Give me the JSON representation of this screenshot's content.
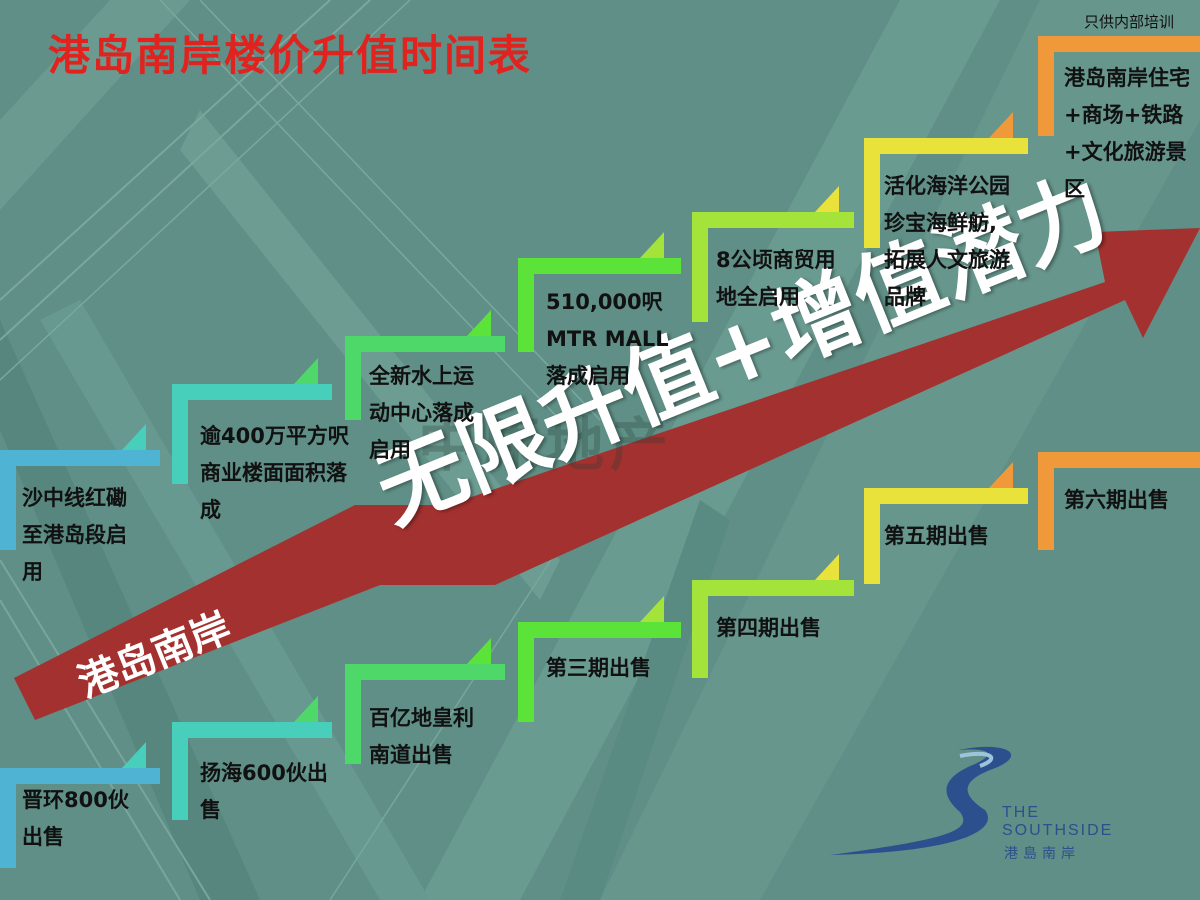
{
  "title": "港岛南岸楼价升值时间表",
  "note": "只供内部培训",
  "slogan": "无限升值+增值潜力",
  "arrow_label": "港岛南岸",
  "watermark": "中原地产",
  "colors": {
    "background": "#5f8f86",
    "title": "#e0231f",
    "arrow": "#a3312f",
    "step_colors": [
      "#4fb3d3",
      "#47cfbb",
      "#4fd86a",
      "#5be33a",
      "#a4e33a",
      "#e8e23a",
      "#f0993b"
    ]
  },
  "upper_steps": [
    {
      "label": "沙中线红磡至港岛段启用"
    },
    {
      "label": "逾400万平方呎商业楼面面积落成"
    },
    {
      "label": "全新水上运动中心落成启用"
    },
    {
      "label": "510,000呎 MTR MALL 落成启用"
    },
    {
      "label": "8公顷商贸用地全启用"
    },
    {
      "label": "活化海洋公园珍宝海鲜舫,拓展人文旅游品牌"
    },
    {
      "label": "港岛南岸住宅+商场+铁路+文化旅游景区"
    }
  ],
  "lower_steps": [
    {
      "label": "晋环800伙出售"
    },
    {
      "label": "扬海600伙出售"
    },
    {
      "label": "百亿地皇利南道出售"
    },
    {
      "label": "第三期出售"
    },
    {
      "label": "第四期出售"
    },
    {
      "label": "第五期出售"
    },
    {
      "label": "第六期出售"
    }
  ],
  "logo": {
    "line1": "THE",
    "line2": "SOUTHSIDE",
    "chinese": "港島南岸"
  }
}
